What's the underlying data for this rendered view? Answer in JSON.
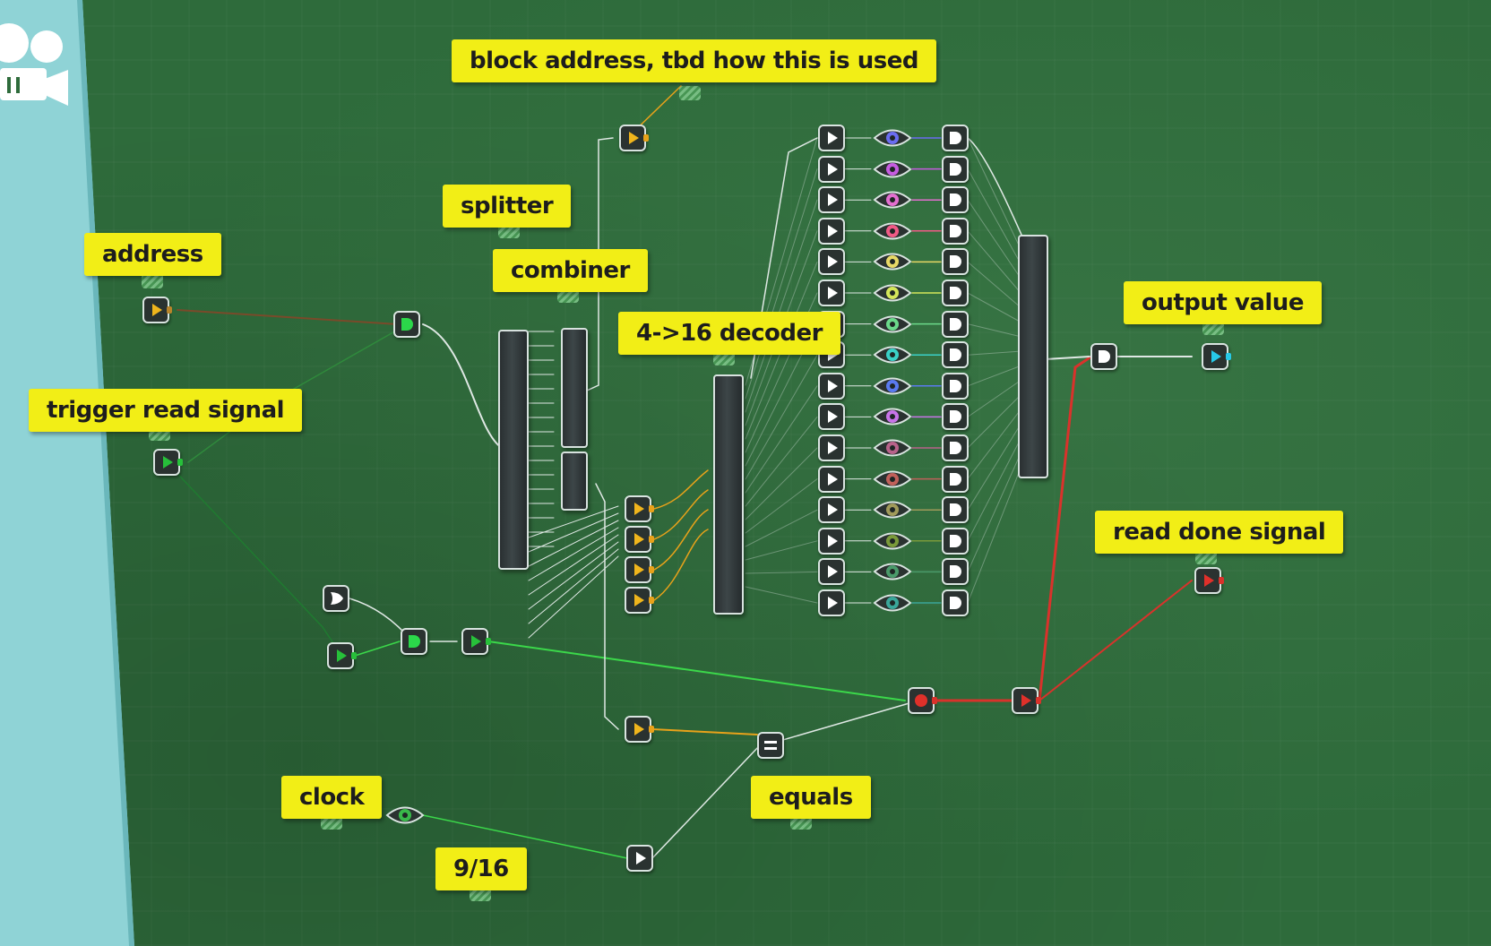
{
  "labels": {
    "block_address": "block address, tbd how this is used",
    "splitter": "splitter",
    "address": "address",
    "combiner": "combiner",
    "decoder": "4->16 decoder",
    "output_value": "output value",
    "trigger_read": "trigger read signal",
    "read_done": "read done signal",
    "clock": "clock",
    "equals": "equals",
    "ratio": "9/16"
  },
  "icons": {
    "camera": "camera-icon",
    "play": "play-icon",
    "and_gate": "and-gate-icon",
    "or_gate": "or-gate-icon",
    "eye_sensor": "eye-sensor-icon",
    "equals": "equals-icon",
    "stop": "stop-icon"
  },
  "colors": {
    "background": "#2e6b3b",
    "label_bg": "#f2ee16",
    "panel": "#8fd3d6",
    "wire_white": "#dfe8e4",
    "wire_green": "#3bd84a",
    "wire_red": "#d9322b",
    "wire_orange": "#e8a21a",
    "wire_brown": "#7a4a2a",
    "port_yellow": "#f0b51c",
    "port_green": "#27c03a",
    "port_red": "#e0302a",
    "port_cyan": "#27c9e8"
  },
  "sensor_colors": [
    "#6a6cf0",
    "#c65ce0",
    "#e36fd0",
    "#f05a86",
    "#e8d866",
    "#d4e65a",
    "#6bd98a",
    "#3ad0c8",
    "#5a7af0",
    "#c874e8",
    "#b8628a",
    "#c0605a",
    "#a09a5a",
    "#7a9a3a",
    "#4a9a6a",
    "#3aa69a"
  ]
}
